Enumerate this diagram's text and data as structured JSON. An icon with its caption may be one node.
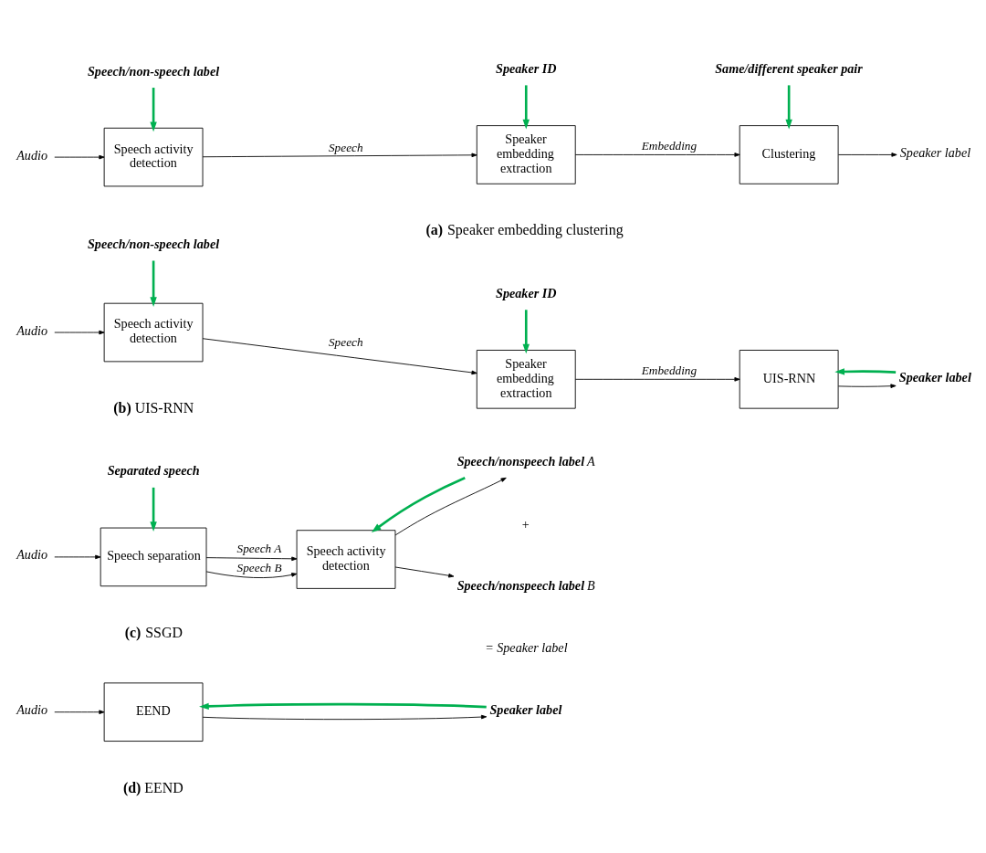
{
  "diagram": {
    "nodes": [
      {
        "text": [
          "Audio"
        ]
      },
      {
        "text": [
          "Speech activity detection"
        ]
      },
      {
        "text": [
          "Speaker embedding extraction"
        ]
      },
      {
        "text": [
          "Clustering"
        ]
      },
      {
        "text": [
          "Speaker label"
        ]
      },
      {
        "text": [
          "Speech/non-speech label"
        ]
      },
      {
        "text": [
          "Speaker ID"
        ]
      },
      {
        "text": [
          "Same/different speaker pair"
        ]
      },
      {
        "text": [
          "Audio"
        ]
      },
      {
        "text": [
          "Speech activity detection"
        ]
      },
      {
        "text": [
          "Speaker embedding extraction"
        ]
      },
      {
        "text": [
          "UIS-RNN"
        ]
      },
      {
        "text": [
          "Speaker label"
        ]
      },
      {
        "text": [
          "Speech/non-speech label"
        ]
      },
      {
        "text": [
          "Speaker ID"
        ]
      },
      {
        "text": [
          "Separated speech"
        ]
      },
      {
        "text": [
          "Audio"
        ]
      },
      {
        "text": [
          "Speech separation"
        ]
      },
      {
        "text": [
          "Speech activity detection"
        ]
      },
      {
        "text": [
          "**Speech/nonspeech label** A"
        ]
      },
      {
        "text": [
          "**Speech/nonspeech label** B"
        ]
      },
      {
        "text": [
          "Audio"
        ]
      },
      {
        "text": [
          "EEND"
        ]
      },
      {
        "text": [
          "Speaker label"
        ]
      }
    ],
    "edges": [
      {
        "from": 0,
        "to": 1,
        "arrow": "to"
      },
      {
        "from": 1,
        "to": 2,
        "arrow": "to",
        "label": "Speech"
      },
      {
        "from": 2,
        "to": 3,
        "arrow": "to",
        "label": "Embedding"
      },
      {
        "from": 3,
        "to": 4,
        "arrow": "to"
      },
      {
        "from": 5,
        "to": 1,
        "arrow": "to",
        "style": "thick",
        "color": "#00b050"
      },
      {
        "from": 6,
        "to": 2,
        "arrow": "to",
        "style": "thick",
        "color": "#00b050"
      },
      {
        "from": 7,
        "to": 3,
        "arrow": "to",
        "style": "thick",
        "color": "#00b050"
      },
      {
        "from": 8,
        "to": 9,
        "arrow": "to"
      },
      {
        "from": 9,
        "to": 10,
        "arrow": "to",
        "label": "Speech"
      },
      {
        "from": 10,
        "to": 11,
        "arrow": "to",
        "label": "Embedding"
      },
      {
        "from": 11,
        "to": 12,
        "arrow": "to"
      },
      {
        "from": 13,
        "to": 9,
        "arrow": "to",
        "style": "thick",
        "color": "#00b050"
      },
      {
        "from": 14,
        "to": 10,
        "arrow": "to",
        "style": "thick",
        "color": "#00b050"
      },
      {
        "from": 12,
        "to": 11,
        "arrow": "to",
        "style": "thick",
        "color": "#00b050"
      },
      {
        "from": 16,
        "to": 17,
        "arrow": "to"
      },
      {
        "from": 17,
        "to": 18,
        "arrow": "to",
        "label": "Speech A"
      },
      {
        "from": 17,
        "to": 18,
        "arrow": "to",
        "label": "Speech B"
      },
      {
        "from": 18,
        "to": 19,
        "arrow": "to"
      },
      {
        "from": 18,
        "to": 20,
        "arrow": "to"
      },
      {
        "from": 15,
        "to": 17,
        "arrow": "to",
        "style": "thick",
        "color": "#00b050"
      },
      {
        "from": 19,
        "to": 18,
        "arrow": "to",
        "style": "thick",
        "color": "#00b050"
      },
      {
        "from": 21,
        "to": 22,
        "arrow": "to"
      },
      {
        "from": 22,
        "to": 23,
        "arrow": "to"
      },
      {
        "from": 23,
        "to": 22,
        "arrow": "to",
        "style": "thick",
        "color": "#00b050"
      }
    ],
    "labels": [
      "**(a)** Speaker embedding clustering",
      "**(b)** UIS-RNN",
      "+",
      "= Speaker label",
      "**(c)** SSGD",
      "**(d)** EEND"
    ]
  }
}
